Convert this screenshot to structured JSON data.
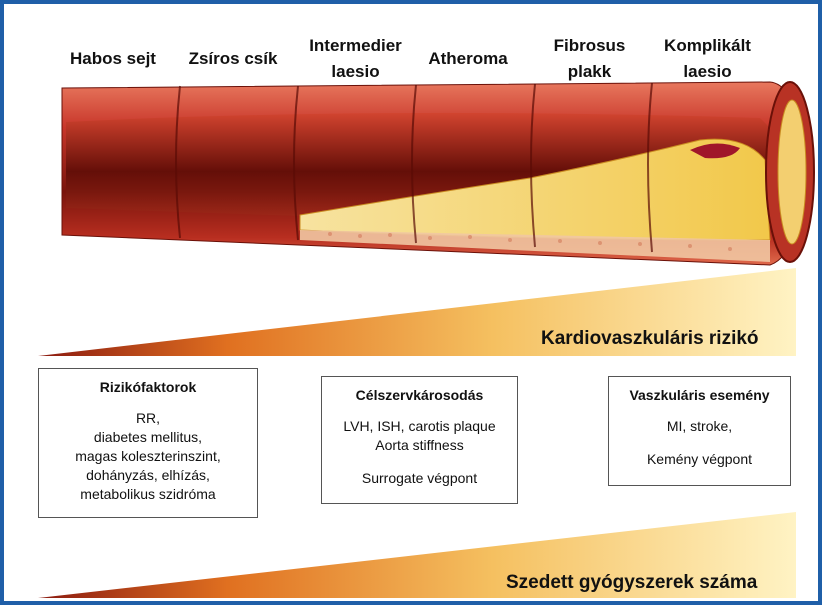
{
  "stages": [
    {
      "label": "Habos sejt"
    },
    {
      "label": "Zsíros csík"
    },
    {
      "label": "Intermedier\nlaesio"
    },
    {
      "label": "Atheroma"
    },
    {
      "label": "Fibrosus\nplakk"
    },
    {
      "label": "Komplikált\nlaesio"
    }
  ],
  "risk_wedge": {
    "label": "Kardiovaszkuláris rizikó"
  },
  "drug_wedge": {
    "label": "Szedett gyógyszerek száma"
  },
  "boxes": {
    "risk_factors": {
      "title": "Rizikófaktorok",
      "lines": [
        "RR,",
        "diabetes mellitus,",
        "magas koleszterinszint,",
        "dohányzás, elhízás,",
        "metabolikus szidróma"
      ]
    },
    "target_organ": {
      "title": "Célszervkárosodás",
      "lines": [
        "LVH, ISH, carotis plaque",
        "Aorta stiffness",
        "",
        "Surrogate végpont"
      ]
    },
    "vascular_event": {
      "title": "Vaszkuláris esemény",
      "lines": [
        "MI, stroke,",
        "",
        "Kemény végpont"
      ]
    }
  },
  "colors": {
    "frame": "#1f5fa8",
    "wedge_light": "#fff3c4",
    "wedge_dark": "#8b1a10",
    "artery_wall": "#c8362a",
    "plaque": "#f2c84a"
  }
}
